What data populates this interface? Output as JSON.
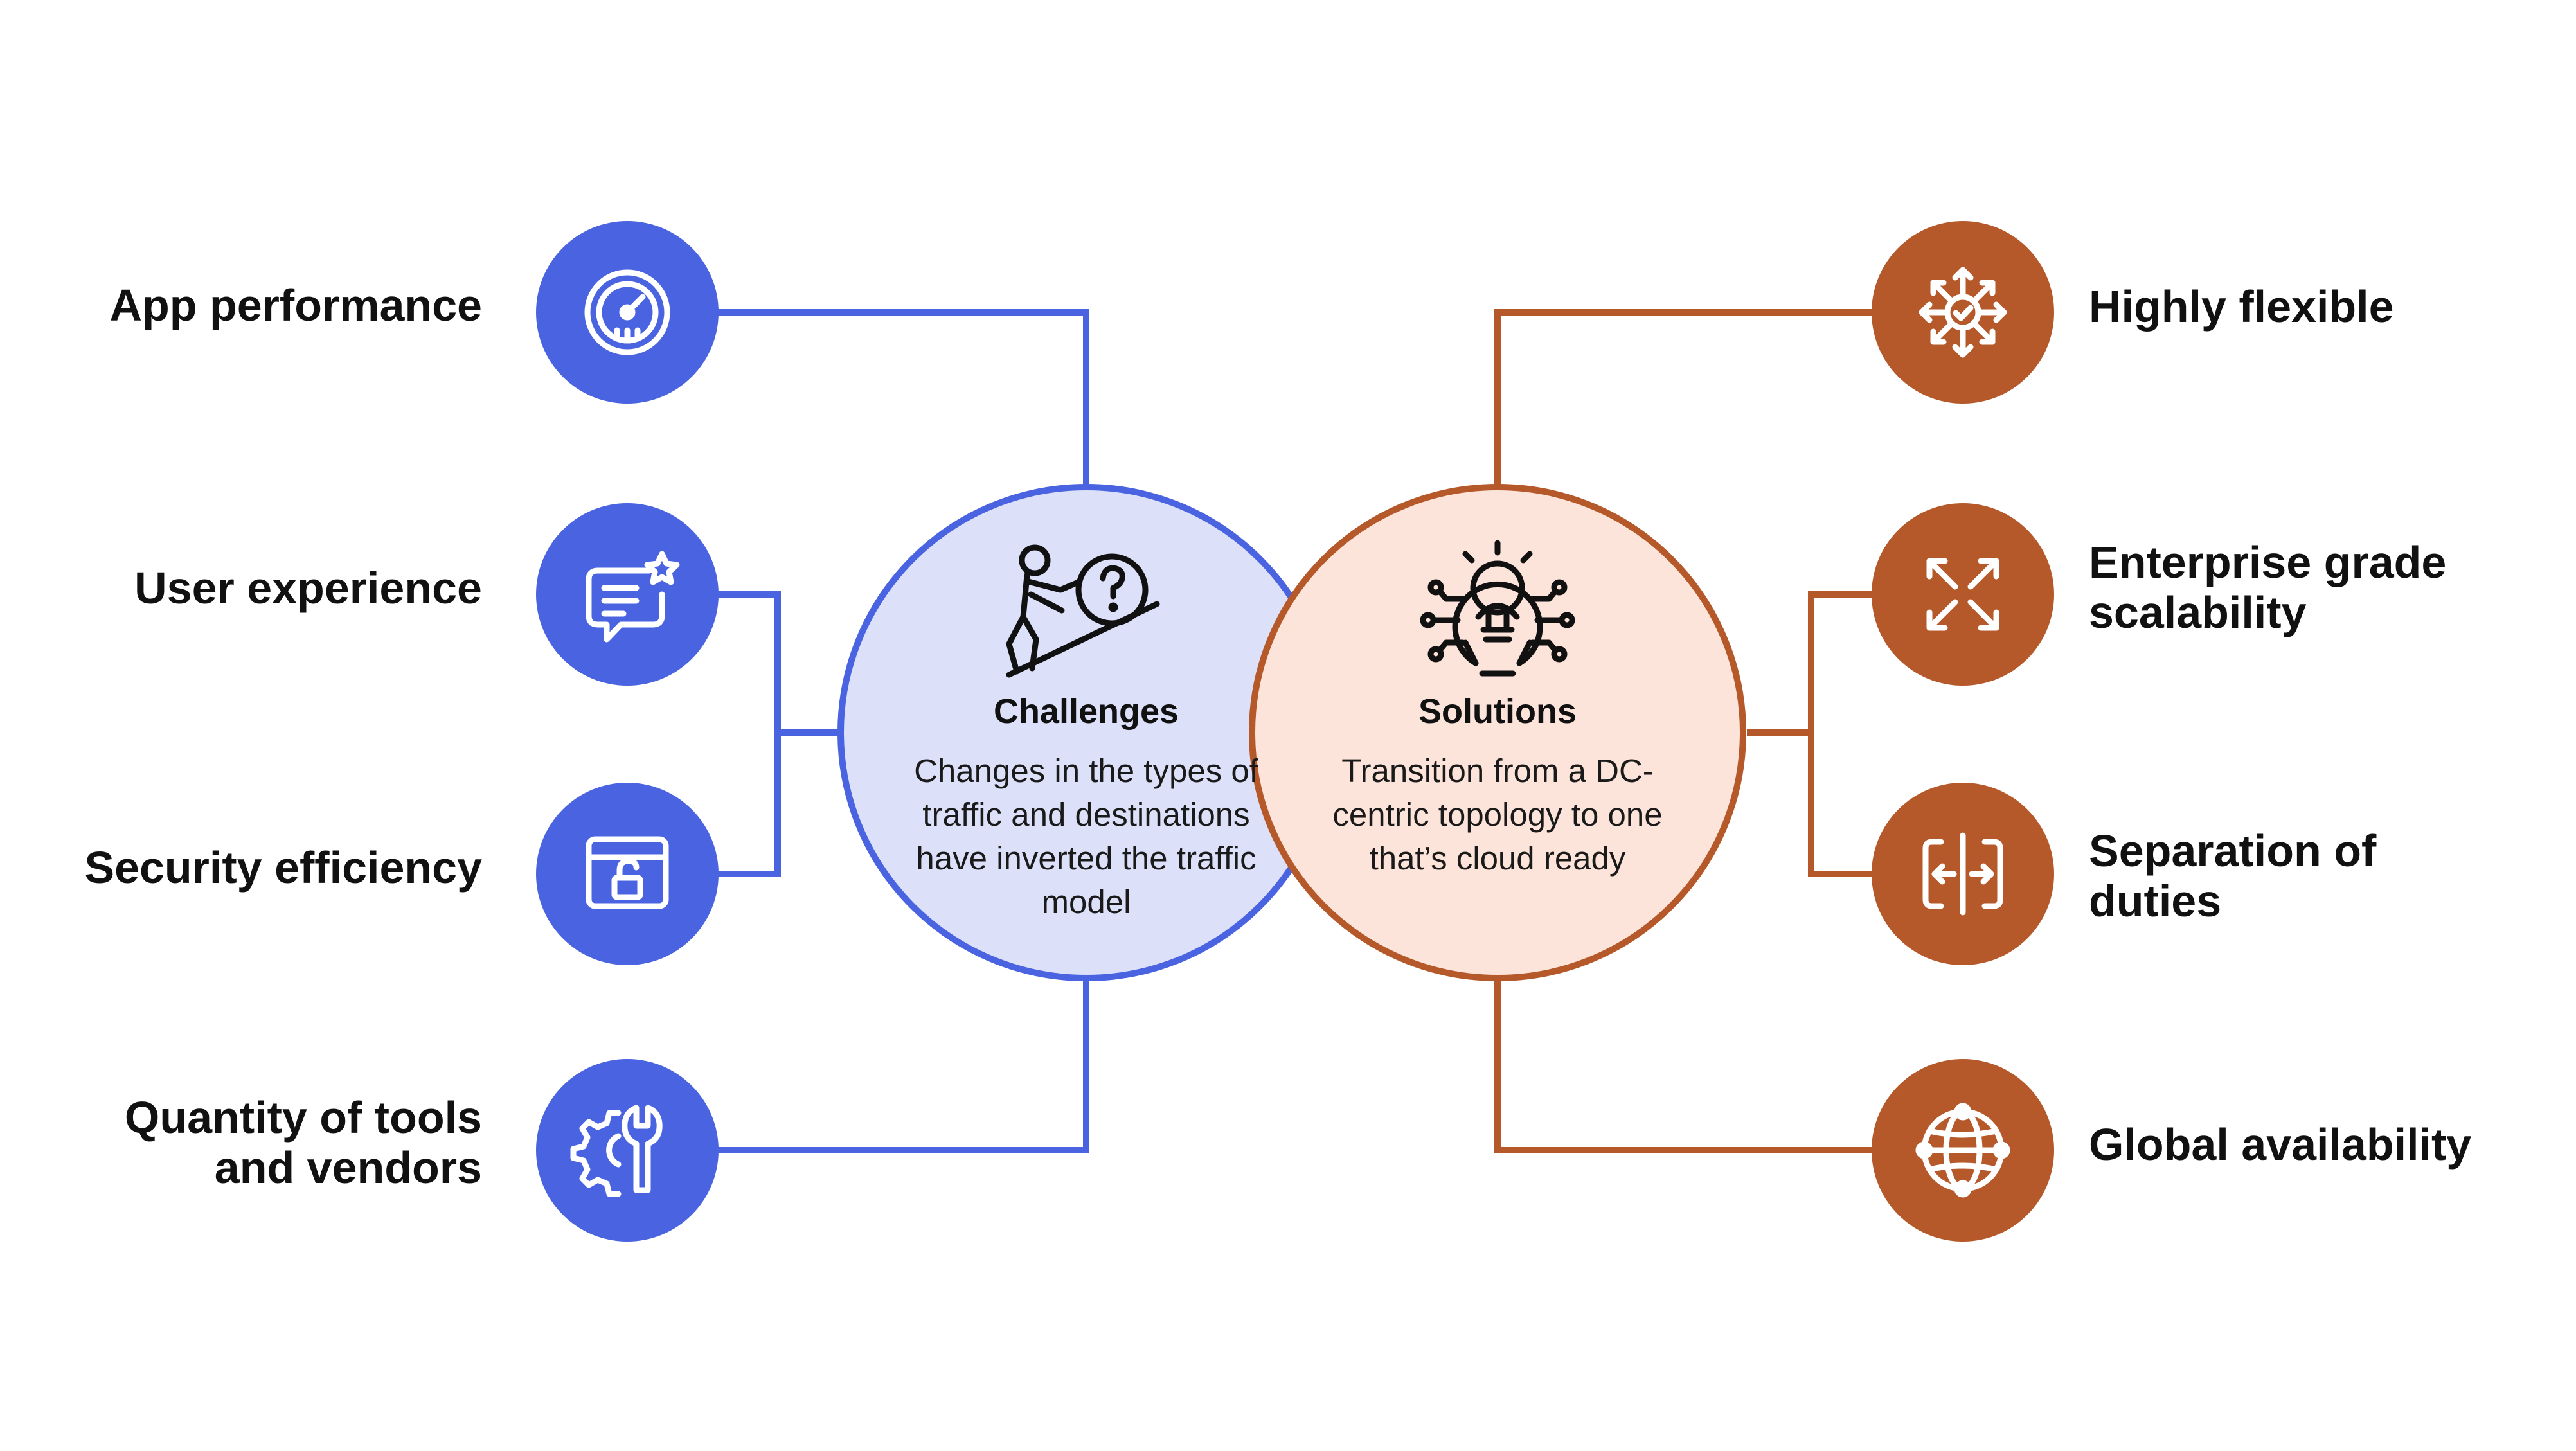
{
  "colors": {
    "blue": "#4A63E0",
    "orange": "#B5592A",
    "blue_fill": "#DCE0F9",
    "orange_fill": "#FDE4DA"
  },
  "challenges": {
    "title": "Challenges",
    "text": "Changes in the types of traffic and destinations have inverted the traffic model",
    "icon": "person-pushing-question-boulder-icon",
    "items": [
      {
        "label": "App performance",
        "icon": "speedometer-icon"
      },
      {
        "label": "User experience",
        "icon": "chat-star-icon"
      },
      {
        "label": "Security efficiency",
        "icon": "browser-lock-icon"
      },
      {
        "label": "Quantity of tools and vendors",
        "icon": "gear-wrench-icon"
      }
    ]
  },
  "solutions": {
    "title": "Solutions",
    "text": "Transition from a DC-centric topology to one that’s cloud ready",
    "icon": "lightbulb-gear-icon",
    "items": [
      {
        "label": "Highly flexible",
        "icon": "arrows-out-check-icon"
      },
      {
        "label": "Enterprise grade scalability",
        "icon": "expand-arrows-icon"
      },
      {
        "label": "Separation of duties",
        "icon": "split-arrows-icon"
      },
      {
        "label": "Global availability",
        "icon": "globe-icon"
      }
    ]
  }
}
